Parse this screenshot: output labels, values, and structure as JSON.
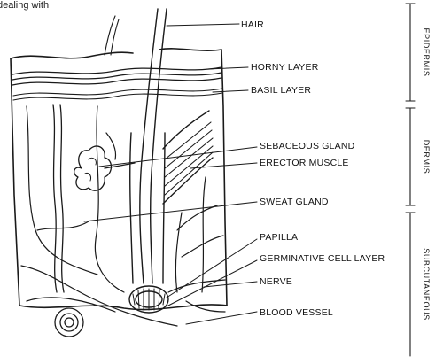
{
  "header_fragment": "dealing with",
  "labels": {
    "hair": "HAIR",
    "horny_layer": "HORNY LAYER",
    "basil_layer": "BASIL LAYER",
    "sebaceous_gland": "SEBACEOUS GLAND",
    "erector_muscle": "ERECTOR MUSCLE",
    "sweat_gland": "SWEAT GLAND",
    "papilla": "PAPILLA",
    "germinative_cell_layer": "GERMINATIVE CELL LAYER",
    "nerve": "NERVE",
    "blood_vessel": "BLOOD VESSEL"
  },
  "regions": {
    "epidermis": "EPIDERMIS",
    "dermis": "DERMIS",
    "subcutaneous": "SUBCUTANEOUS"
  }
}
